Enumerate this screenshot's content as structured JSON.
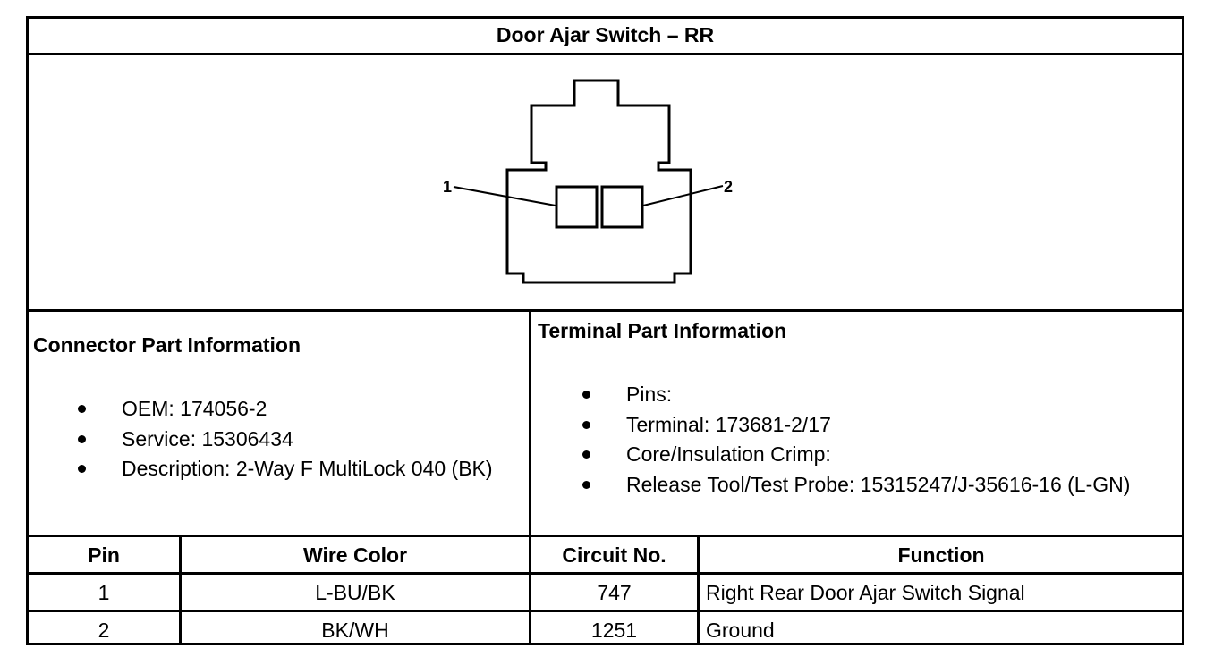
{
  "title": "Door Ajar Switch – RR",
  "connector_diagram": {
    "pin_labels": [
      "1",
      "2"
    ]
  },
  "connector_info": {
    "heading": "Connector Part Information",
    "items": [
      "OEM: 174056-2",
      "Service: 15306434",
      "Description: 2-Way F MultiLock 040 (BK)"
    ]
  },
  "terminal_info": {
    "heading": "Terminal Part Information",
    "items": [
      "Pins:",
      "Terminal: 173681-2/17",
      "Core/Insulation Crimp:",
      "Release Tool/Test Probe: 15315247/J-35616-16 (L-GN)"
    ]
  },
  "pin_table": {
    "headers": [
      "Pin",
      "Wire Color",
      "Circuit No.",
      "Function"
    ],
    "rows": [
      [
        "1",
        "L-BU/BK",
        "747",
        "Right Rear Door Ajar Switch Signal"
      ],
      [
        "2",
        "BK/WH",
        "1251",
        "Ground"
      ]
    ]
  }
}
